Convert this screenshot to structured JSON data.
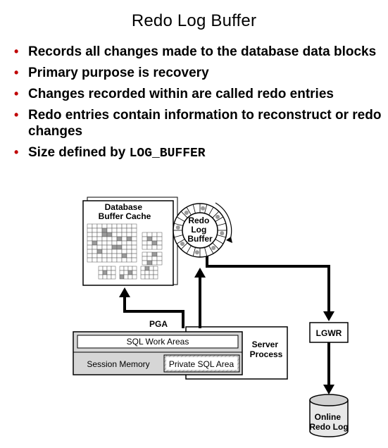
{
  "title": "Redo Log Buffer",
  "bullets": [
    "Records all changes made to the database data blocks",
    "Primary purpose is recovery",
    "Changes recorded within are called redo entries",
    "Redo entries contain information to reconstruct or redo changes"
  ],
  "size_bullet": {
    "text": "Size defined by ",
    "param": "LOG_BUFFER"
  },
  "diagram": {
    "db_buffer_cache": [
      "Database",
      "Buffer Cache"
    ],
    "redo_log_buffer": [
      "Redo",
      "Log",
      "Buffer"
    ],
    "pga": "PGA",
    "sql_work_areas": "SQL Work Areas",
    "session_memory": "Session Memory",
    "private_sql_area": "Private SQL Area",
    "server_process": [
      "Server",
      "Process"
    ],
    "lgwr": "LGWR",
    "online_redo_log": [
      "Online",
      "Redo Log"
    ]
  }
}
